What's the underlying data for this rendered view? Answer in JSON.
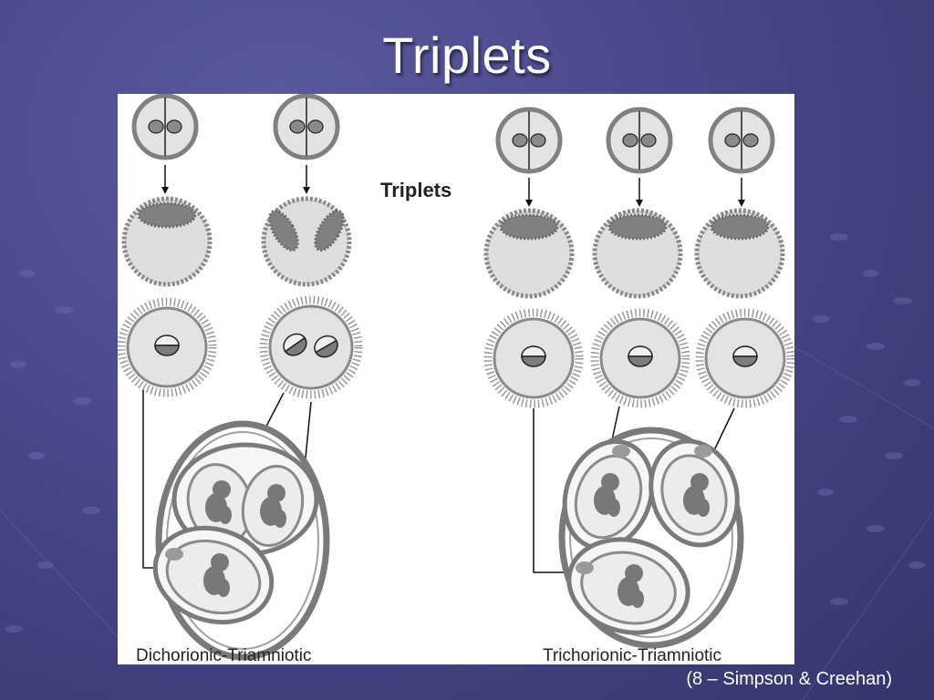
{
  "slide": {
    "title": "Triplets",
    "citation": "(8 – Simpson & Creehan)"
  },
  "diagram": {
    "heading": "Triplets",
    "left_label": "Dichorionic-Triamniotic",
    "right_label": "Trichorionic-Triamniotic"
  },
  "colors": {
    "background": "#48488a",
    "outline": "#808080",
    "cell_fill": "#e0e0e0",
    "dark_fill": "#787878",
    "panel": "#ffffff"
  }
}
